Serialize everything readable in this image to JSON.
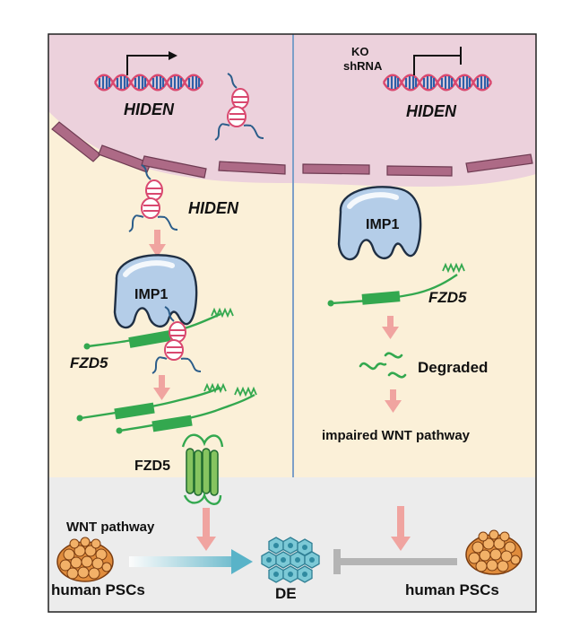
{
  "colors": {
    "nucleus": "#ecd1dc",
    "cytoplasm": "#fbf0d8",
    "membrane_zone": "#ececec",
    "envelope_segment": "#ad6a86",
    "dna_strand": "#d9486f",
    "dna_rungs": "#2d5fa8",
    "rna_green": "#33a84f",
    "protein_blue": "#b4cde8",
    "arrow_pink": "#f0a4a0",
    "arrow_teal": "#8fcbd8",
    "inhibit_grey": "#b4b4b4",
    "cell_orange": "#e08c3c",
    "de_cyan": "#7cc9d6",
    "divider": "#7d9fc8"
  },
  "icons": [
    "dna-helix-icon",
    "transcription-arrow-icon",
    "lncrna-icon",
    "imp1-protein-icon",
    "mrna-icon",
    "frizzled-receptor-icon",
    "cell-cluster-icon",
    "de-cells-icon",
    "inhibition-bar-icon"
  ],
  "left": {
    "gene_label": "HIDEN",
    "cytoplasm_rna_label": "HIDEN",
    "protein_label": "IMP1",
    "mrna_label": "FZD5",
    "receptor_label": "FZD5",
    "pathway_label": "WNT pathway",
    "source_label": "human PSCs"
  },
  "right": {
    "knockdown_label_1": "KO",
    "knockdown_label_2": "shRNA",
    "gene_label": "HIDEN",
    "protein_label": "IMP1",
    "mrna_label": "FZD5",
    "degraded_label": "Degraded",
    "pathway_label": "impaired WNT pathway",
    "source_label": "human PSCs"
  },
  "target_label": "DE"
}
